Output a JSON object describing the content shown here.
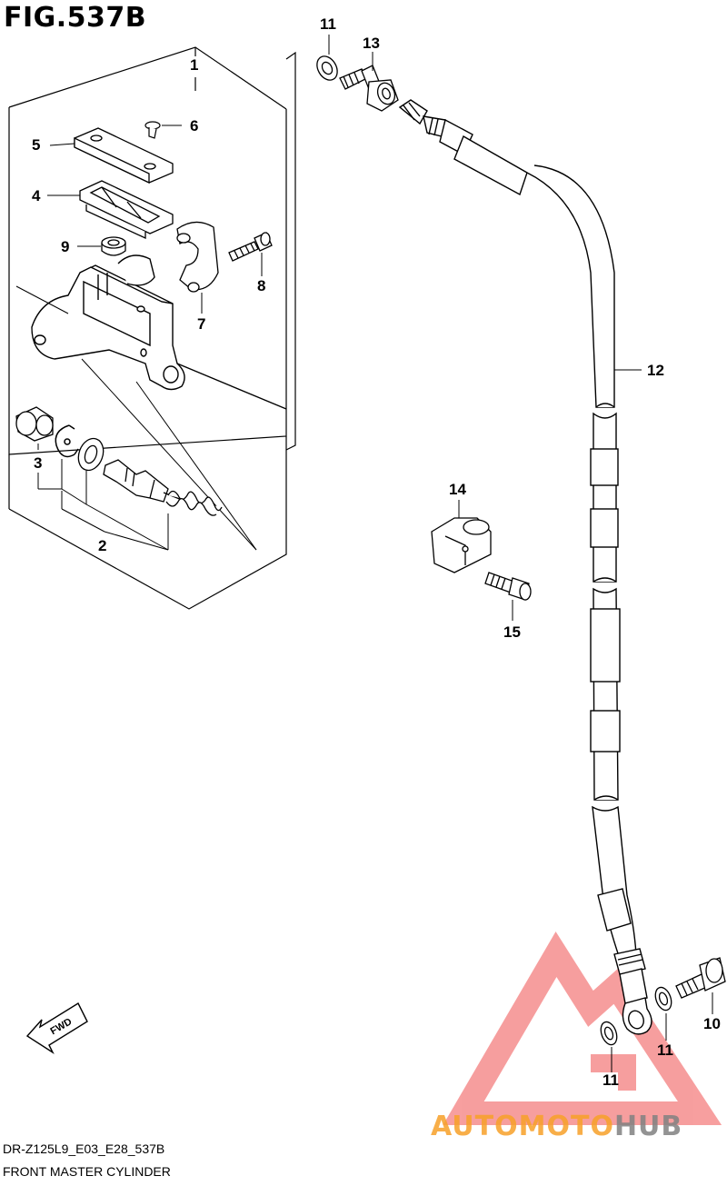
{
  "figure": {
    "title": "FIG.537B",
    "code": "DR-Z125L9_E03_E28_537B",
    "name": "FRONT MASTER CYLINDER"
  },
  "callouts": [
    "1",
    "2",
    "3",
    "4",
    "5",
    "6",
    "7",
    "8",
    "9",
    "10",
    "11",
    "11",
    "11",
    "12",
    "13",
    "14",
    "15"
  ],
  "fwd_label": "FWD",
  "watermark": {
    "part1": "AUTOMOTO",
    "part2": "HUB",
    "color1": "#f7a028",
    "color2": "#808080",
    "logo_color": "#f05050"
  },
  "colors": {
    "line": "#000000",
    "background": "#ffffff"
  }
}
